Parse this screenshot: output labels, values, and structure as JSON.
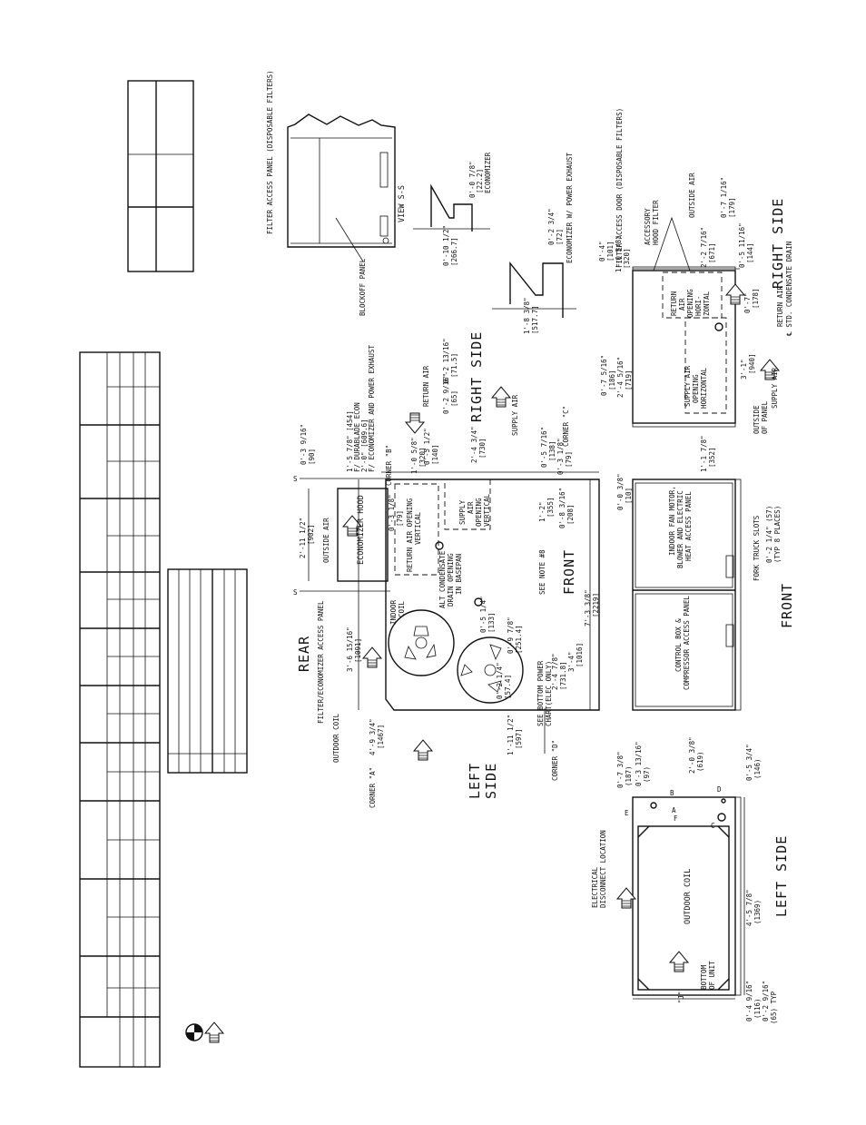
{
  "views": {
    "top": {
      "rear": "REAR",
      "front": "FRONT",
      "left_side": "LEFT SIDE",
      "right_side": "RIGHT SIDE",
      "corners": {
        "a": "CORNER \"A\"",
        "b": "CORNER \"B\"",
        "c": "CORNER \"C\"",
        "d": "CORNER \"D\""
      },
      "economizer_hood": "ECONOMIZER HOOD",
      "outside_air": "OUTSIDE AIR",
      "return_air_vertical": "RETURN AIR OPENING VERTICAL",
      "supply_air_vertical": "SUPPLY AIR OPENING VERTICAL",
      "indoor_coil": "INDOOR COIL",
      "condensate": "ALT CONDENSATE DRAIN OPENING IN BASEPAN",
      "see_note": "SEE NOTE #8",
      "see_bottom": "SEE BOTTOM POWER CHART(ELEC ONLY)",
      "filter_panel": "FILTER/ECONOMIZER ACCESS PANEL",
      "outdoor_coil": "OUTDOOR COIL",
      "return_air": "RETURN AIR",
      "supply_air": "SUPPLY AIR",
      "economizer_note": "1'-5 7/8\" [454] F/ DURABLADE ECON 2'-0\" [609.6] F/ ECONOMIZER AND POWER EXHAUST",
      "dims": [
        "0'-3 9/16\"",
        "[90]",
        "2'-11 1/2\"",
        "[902]",
        "3'-6 15/16\"",
        "[1091]",
        "0'-3 1/8\"",
        "[79]",
        "0'-5 1/2\"",
        "[140]",
        "1'-0 5/8\"",
        "[320]",
        "0'-2 13/16\"",
        "[71.5]",
        "0'-2 9/16\"",
        "[65]",
        "2'-4 3/4\"",
        "[730]",
        "0'-5 7/16\"",
        "[138]",
        "0'-3 1/8\"",
        "[79]",
        "1'-2\"",
        "[355]",
        "0'-8 3/16\"",
        "[208]",
        "7'-3 3/8\"",
        "[2219]",
        "3'-4\"",
        "[1016]",
        "2'-4 7/8\"",
        "[731.8]",
        "0'-9 7/8\"",
        "[251.4]",
        "0'-5 1/4\"",
        "[133]",
        "0'-2 1/4\"",
        "[57.4]",
        "1'-11 1/2\"",
        "[597]",
        "4'-9 3/4\"",
        "[1467]"
      ]
    },
    "view_s": {
      "title": "VIEW S-S",
      "filter_panel": "FILTER ACCESS PANEL (DISPOSABLE FILTERS)",
      "blockoff": "BLOCKOFF PANEL",
      "dims": [
        "0'-10 1/2\"",
        "[266.7]",
        "0'-0 7/8\"",
        "[22.2]",
        "ECONOMIZER",
        "1'-8 3/8\"",
        "[517.7]",
        "0'-2 3/4\"",
        "[72]",
        "ECONOMIZER W/ POWER EXHAUST"
      ]
    },
    "right": {
      "title": "RIGHT SIDE",
      "filter_door": "FILTER ACCESS DOOR (DISPOSABLE FILTERS)",
      "hood_filter": "ACCESSORY HOOD FILTER",
      "outside_air": "OUTSIDE AIR",
      "return_horiz": "RETURN AIR OPENING HORIZONTAL",
      "supply_horiz": "SUPPLY AIR OPENING HORIZONTAL",
      "return_air": "RETURN AIR",
      "supply_air": "SUPPLY AIR",
      "outside_panel": "OUTSIDE OF PANEL",
      "drain": "℄ STD. CONDENSATE DRAIN",
      "dims": [
        "0'-4\"",
        "[101]",
        "1'-0 5/8\"",
        "[320]",
        "0'-7 5/16\"",
        "[186]",
        "2'-4 5/16\"",
        "[719]",
        "2'-2 7/16\"",
        "[671]",
        "0'-7 1/16\"",
        "[179]",
        "0'-5 11/16\"",
        "[144]",
        "0'-7\"",
        "[178]",
        "3'-1\"",
        "[940]",
        "1'-1 7/8\"",
        "[352]"
      ]
    },
    "front": {
      "title": "FRONT",
      "fan_panel": "INDOOR FAN MOTOR, BLOWER AND ELECTRIC HEAT ACCESS PANEL",
      "control_panel": "CONTROL BOX & COMPRESSOR ACCESS PANEL",
      "fork": "FORK TRUCK SLOTS",
      "dims": [
        "0'-0 3/8\"",
        "[10]",
        "0'-2 1/4\" (57)",
        "(TYP 8 PLACES)"
      ]
    },
    "left": {
      "title": "LEFT SIDE",
      "outdoor_coil": "OUTDOOR COIL",
      "elec": "ELECTRICAL DISCONNECT LOCATION",
      "bottom": "BOTTOM OF UNIT",
      "letters": [
        "A",
        "B",
        "C",
        "D",
        "E",
        "F"
      ],
      "dims": [
        "0'-7 3/8\"",
        "(187)",
        "0'-3 13/16\"",
        "(97)",
        "2'-0 3/8\"",
        "(619)",
        "0'-5 3/4\"",
        "(146)",
        "4'-5 7/8\"",
        "(1369)",
        "0'-4 9/16\"",
        "(116)",
        "0'-2 9/16\"",
        "(65) TYP",
        "\"J\""
      ]
    }
  },
  "legend": {
    "cg_symbol": "center-of-gravity-icon",
    "arrow_symbol": "airflow-arrow-icon"
  }
}
